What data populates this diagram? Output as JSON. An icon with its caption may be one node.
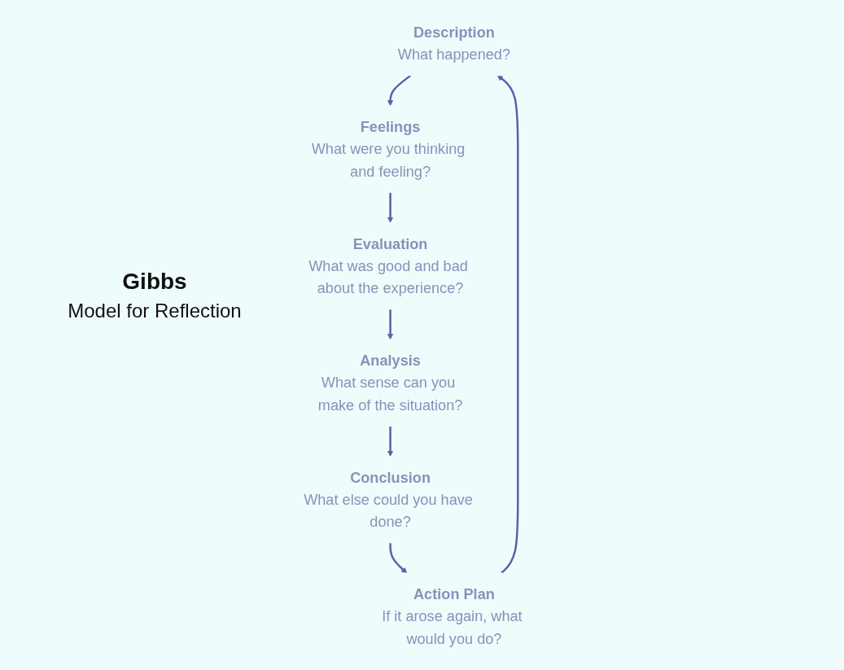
{
  "diagram": {
    "nodes": [
      {
        "text": [
          "Description",
          "What happened?"
        ]
      },
      {
        "text": [
          "Feelings",
          "What were you thinking and feeling?"
        ]
      },
      {
        "text": [
          "Evaluation",
          "What was good and bad about the experience?"
        ]
      },
      {
        "text": [
          "Analysis",
          "What sense can you make of the situation?"
        ]
      },
      {
        "text": [
          "Conclusion",
          "What else could you have done?"
        ]
      },
      {
        "text": [
          "Action Plan",
          "If it arose again, what would you do?"
        ]
      }
    ],
    "edges": [
      {
        "from": 0,
        "to": 1,
        "arrow": "to"
      },
      {
        "from": 1,
        "to": 2,
        "arrow": "to"
      },
      {
        "from": 2,
        "to": 3,
        "arrow": "to"
      },
      {
        "from": 3,
        "to": 4,
        "arrow": "to"
      },
      {
        "from": 4,
        "to": 5,
        "arrow": "to"
      },
      {
        "from": 5,
        "to": 0,
        "arrow": "to"
      }
    ],
    "labels": [
      "Gibbs",
      "Model for Reflection"
    ]
  }
}
